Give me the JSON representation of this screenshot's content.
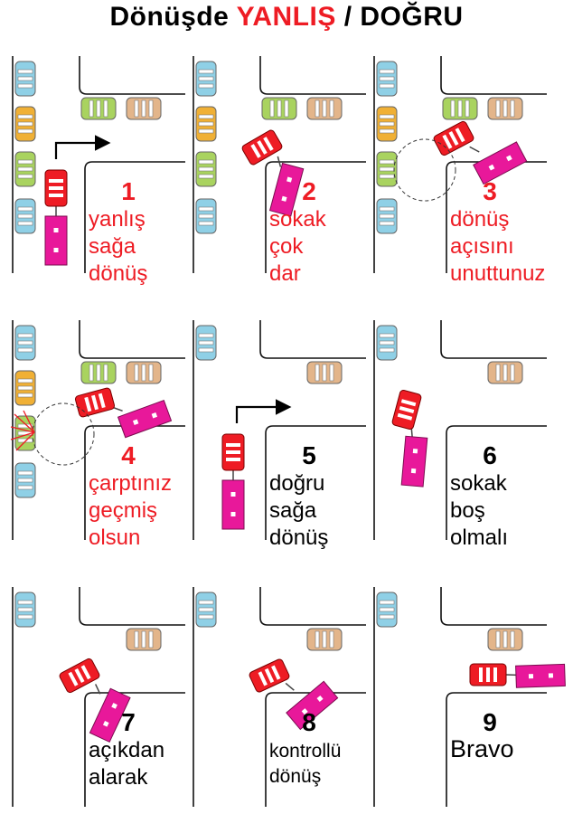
{
  "title": {
    "prefix": "Dönüşde ",
    "wrong": "YANLIŞ",
    "suffix": " / DOĞRU"
  },
  "colors": {
    "wrong": "#ee1c24",
    "right": "#000000",
    "car_blue": "#8fd0e6",
    "car_orange": "#f0b035",
    "car_green": "#a9d35f",
    "car_tan": "#e3b58a",
    "towing_car": "#ee1c24",
    "trailer": "#e8189a"
  },
  "panels": [
    {
      "number": "1",
      "lines": [
        "yanlış",
        "sağa",
        "dönüş"
      ],
      "verdict": "wrong"
    },
    {
      "number": "2",
      "lines": [
        "sokak",
        "çok",
        "dar"
      ],
      "verdict": "wrong"
    },
    {
      "number": "3",
      "lines": [
        "dönüş",
        "açısını",
        "unuttunuz"
      ],
      "verdict": "wrong"
    },
    {
      "number": "4",
      "lines": [
        "çarptınız",
        "geçmiş",
        "olsun"
      ],
      "verdict": "wrong"
    },
    {
      "number": "5",
      "lines": [
        "doğru",
        "sağa",
        "dönüş"
      ],
      "verdict": "right"
    },
    {
      "number": "6",
      "lines": [
        "sokak",
        "boş",
        "olmalı"
      ],
      "verdict": "right"
    },
    {
      "number": "7",
      "lines": [
        "açıkdan",
        "alarak"
      ],
      "verdict": "right"
    },
    {
      "number": "8",
      "lines": [
        "kontrollü",
        "dönüş"
      ],
      "verdict": "right"
    },
    {
      "number": "9",
      "lines": [
        "Bravo"
      ],
      "verdict": "right"
    }
  ]
}
